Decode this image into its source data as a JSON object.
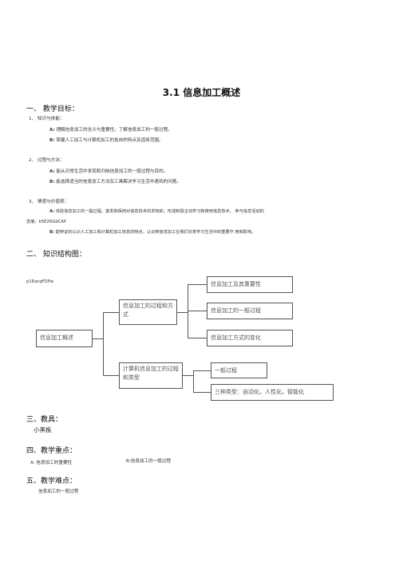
{
  "doc_title": "3.1 信息加工概述",
  "s1": {
    "heading": "一、 教学目标：",
    "g1": {
      "num": "1、",
      "label": "知识与技能：",
      "a_mark": "A:",
      "a_text": "理解信息加工的含义与重要性，了解信息加工的一般过程。",
      "b_mark": "B:",
      "b_text": "掌握人工加工与计算机加工的各自的特点及适用范围。"
    },
    "g2": {
      "num": "2、",
      "label": "过程与方法：",
      "a_mark": "A:",
      "a_text": "能从日常生活中发现和归纳信息加工的一般过程与目的。",
      "b_mark": "B:",
      "b_text": "能选择适当的信息加工方法及工具解决学习生活中遇到的问题。"
    },
    "g3": {
      "num": "3、",
      "label": "情感与价值观：",
      "a_mark": "A:",
      "a_text": "体验信息加工的一般过程，激发和保持对信息技术的求知欲，形成积极主动学习和使用信息技术、 参与信息活动的",
      "a_cont": "态度。b5E2RGbCAP",
      "b_mark": "B:",
      "b_text": "能辩证的认识人工加工和计算机加工信息的特点，认识到信息加工在我们日常学习生活中的重要作 用和影响。"
    }
  },
  "s2": {
    "heading": "二、 知识结构图：",
    "code": "p1EanqFDPw",
    "root": "信息加工概述",
    "branch1": "信息加工的过程和方式",
    "leaf1": "信息加工及其重要性",
    "leaf2": "信息加工的一般过程",
    "leaf3": "信息加工方式的变化",
    "branch2": "计算机信息加工的过程和类型",
    "leaf4": "一般过程",
    "leaf5": "三种类型：自动化，人性化，智能化"
  },
  "s3": {
    "heading": "三、教具：",
    "value": "小黑板"
  },
  "s4": {
    "heading": "四、教学重点：",
    "a": "A: 信息加工的重要性",
    "b": "B:信息加工的一般过程"
  },
  "s5": {
    "heading": "五、教学难点：",
    "value": "信息加工的一般过程"
  }
}
